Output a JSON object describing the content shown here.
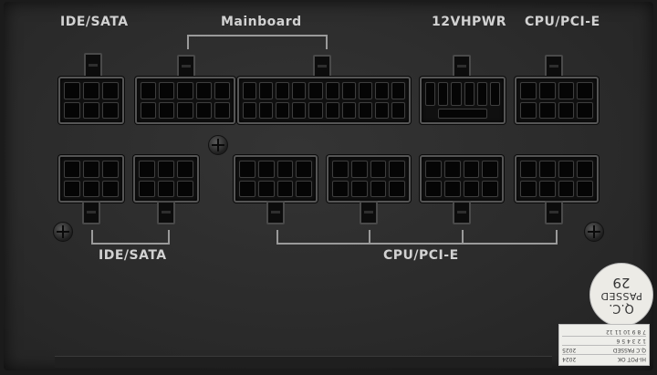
{
  "labels": {
    "ide_sata_top": "IDE/SATA",
    "mainboard": "Mainboard",
    "vhpwr": "12VHPWR",
    "cpu_pcie_top": "CPU/PCI-E",
    "ide_sata_bottom": "IDE/SATA",
    "cpu_pcie_bottom": "CPU/PCI-E"
  },
  "qc_sticker": {
    "title": "Q.C.",
    "status": "PASSED",
    "number": "29"
  },
  "hipot_label": {
    "title": "HI-POT OK",
    "qc": "Q.C PASSED",
    "years": [
      "2024",
      "2025"
    ],
    "months_row1": "1 2 3 4 5 6",
    "months_row2": "7 8 9 10 11 12"
  },
  "colors": {
    "panel": "#2b2b2b",
    "label_text": "#d2d2d2",
    "sticker": "#ecebe6"
  }
}
